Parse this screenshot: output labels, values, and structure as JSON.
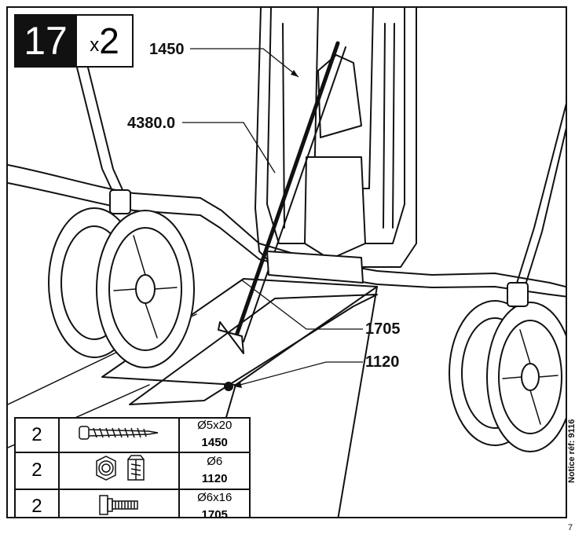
{
  "step": {
    "number": "17",
    "multiplier_x": "x",
    "multiplier_count": "2"
  },
  "callouts": [
    {
      "code": "1450"
    },
    {
      "code": "4380.0"
    },
    {
      "code": "1705"
    },
    {
      "code": "1120"
    }
  ],
  "parts": [
    {
      "qty": "2",
      "size": "Ø5x20",
      "code": "1450",
      "icon": "screw-icon"
    },
    {
      "qty": "2",
      "size": "Ø6",
      "code": "1120",
      "icon": "nut-icon"
    },
    {
      "qty": "2",
      "size": "Ø6x16",
      "code": "1705",
      "icon": "bolt-icon"
    }
  ],
  "side_note": "Notice réf: 9116",
  "page_number": "7",
  "colors": {
    "ink": "#111111",
    "paper": "#ffffff"
  }
}
